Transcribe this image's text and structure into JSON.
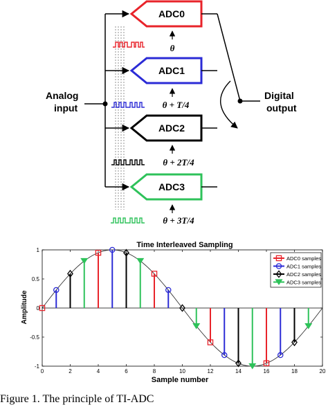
{
  "diagram": {
    "analog_input_label": [
      "Analog",
      "input"
    ],
    "digital_output_label": [
      "Digital",
      "output"
    ],
    "adcs": [
      {
        "label": "ADC0",
        "color": "#e8232a",
        "clock_label": "θ"
      },
      {
        "label": "ADC1",
        "color": "#2b2bd6",
        "clock_label": "θ + T/4"
      },
      {
        "label": "ADC2",
        "color": "#000000",
        "clock_label": "θ + 2T/4"
      },
      {
        "label": "ADC3",
        "color": "#2ec25a",
        "clock_label": "θ + 3T/4"
      }
    ]
  },
  "chart_data": {
    "type": "stem",
    "title": "Time Interleaved Sampling",
    "xlabel": "Sample number",
    "ylabel": "Amplitude",
    "xlim": [
      0,
      20
    ],
    "ylim": [
      -1,
      1
    ],
    "xticks": [
      "0",
      "2",
      "4",
      "6",
      "8",
      "10",
      "12",
      "14",
      "16",
      "18",
      "20"
    ],
    "yticks": [
      "-1",
      "-0.5",
      "0",
      "0.5",
      "1"
    ],
    "curve": "sine, period 20 samples",
    "legend_position": "top-right",
    "series": [
      {
        "name": "ADC0 samples",
        "color": "#e8232a",
        "marker": "square",
        "x": [
          0,
          4,
          8,
          12,
          16
        ],
        "y": [
          0,
          0.95,
          0.59,
          -0.59,
          -0.95
        ]
      },
      {
        "name": "ADC1 samples",
        "color": "#2b2bd6",
        "marker": "circle",
        "x": [
          1,
          5,
          9,
          13,
          17
        ],
        "y": [
          0.31,
          1.0,
          0.31,
          -0.81,
          -0.81
        ]
      },
      {
        "name": "ADC2 samples",
        "color": "#000000",
        "marker": "diamond",
        "x": [
          2,
          6,
          10,
          14,
          18
        ],
        "y": [
          0.59,
          0.95,
          0,
          -0.95,
          -0.59
        ]
      },
      {
        "name": "ADC3 samples",
        "color": "#2ec25a",
        "marker": "triangle-down",
        "x": [
          3,
          7,
          11,
          15,
          19
        ],
        "y": [
          0.81,
          0.81,
          -0.31,
          -1.0,
          -0.31
        ]
      }
    ]
  },
  "caption": "Figure 1.    The principle of TI-ADC"
}
